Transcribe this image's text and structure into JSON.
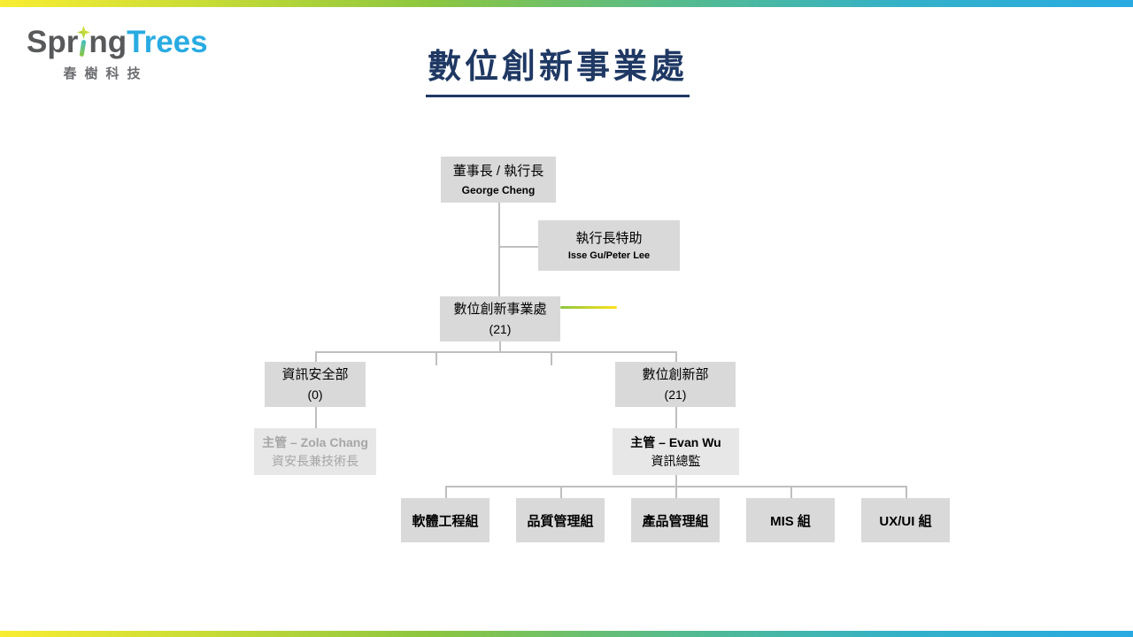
{
  "logo": {
    "brand_prefix": "Spr",
    "brand_suffix": "ng",
    "brand_trees": "Trees",
    "subtitle": "春樹科技"
  },
  "title": {
    "text": "數位創新事業處"
  },
  "colors": {
    "title_navy": "#1F3864",
    "brand_cyan": "#29ABE2",
    "brand_gray": "#58595B",
    "box_gray": "#D9D9D9",
    "manager_box_gray": "#E8E7E7",
    "muted_text_gray": "#A6A6A6",
    "connector_gray": "#BFBFBF",
    "gradient_bar": [
      "#F9ED32",
      "#8CC63F",
      "#29ABE2"
    ],
    "accent_line": [
      "#8CC63F",
      "#FFE11A"
    ]
  },
  "org": {
    "ceo": {
      "title": "董事長 / 執行長",
      "name": "George Cheng"
    },
    "assistant": {
      "title": "執行長特助",
      "name": "Isse Gu/Peter Lee"
    },
    "division": {
      "title": "數位創新事業處",
      "count": "(21)"
    },
    "security": {
      "title": "資訊安全部",
      "count": "(0)"
    },
    "security_manager": {
      "line1": "主管 – Zola Chang",
      "line2": "資安長兼技術長"
    },
    "innovation": {
      "title": "數位創新部",
      "count": "(21)"
    },
    "innovation_manager": {
      "line1": "主管 – Evan Wu",
      "line2": "資訊總監"
    },
    "teams": [
      {
        "label": "軟體工程組"
      },
      {
        "label": "品質管理組"
      },
      {
        "label": "產品管理組"
      },
      {
        "label": "MIS 組"
      },
      {
        "label": "UX/UI 組"
      }
    ]
  }
}
